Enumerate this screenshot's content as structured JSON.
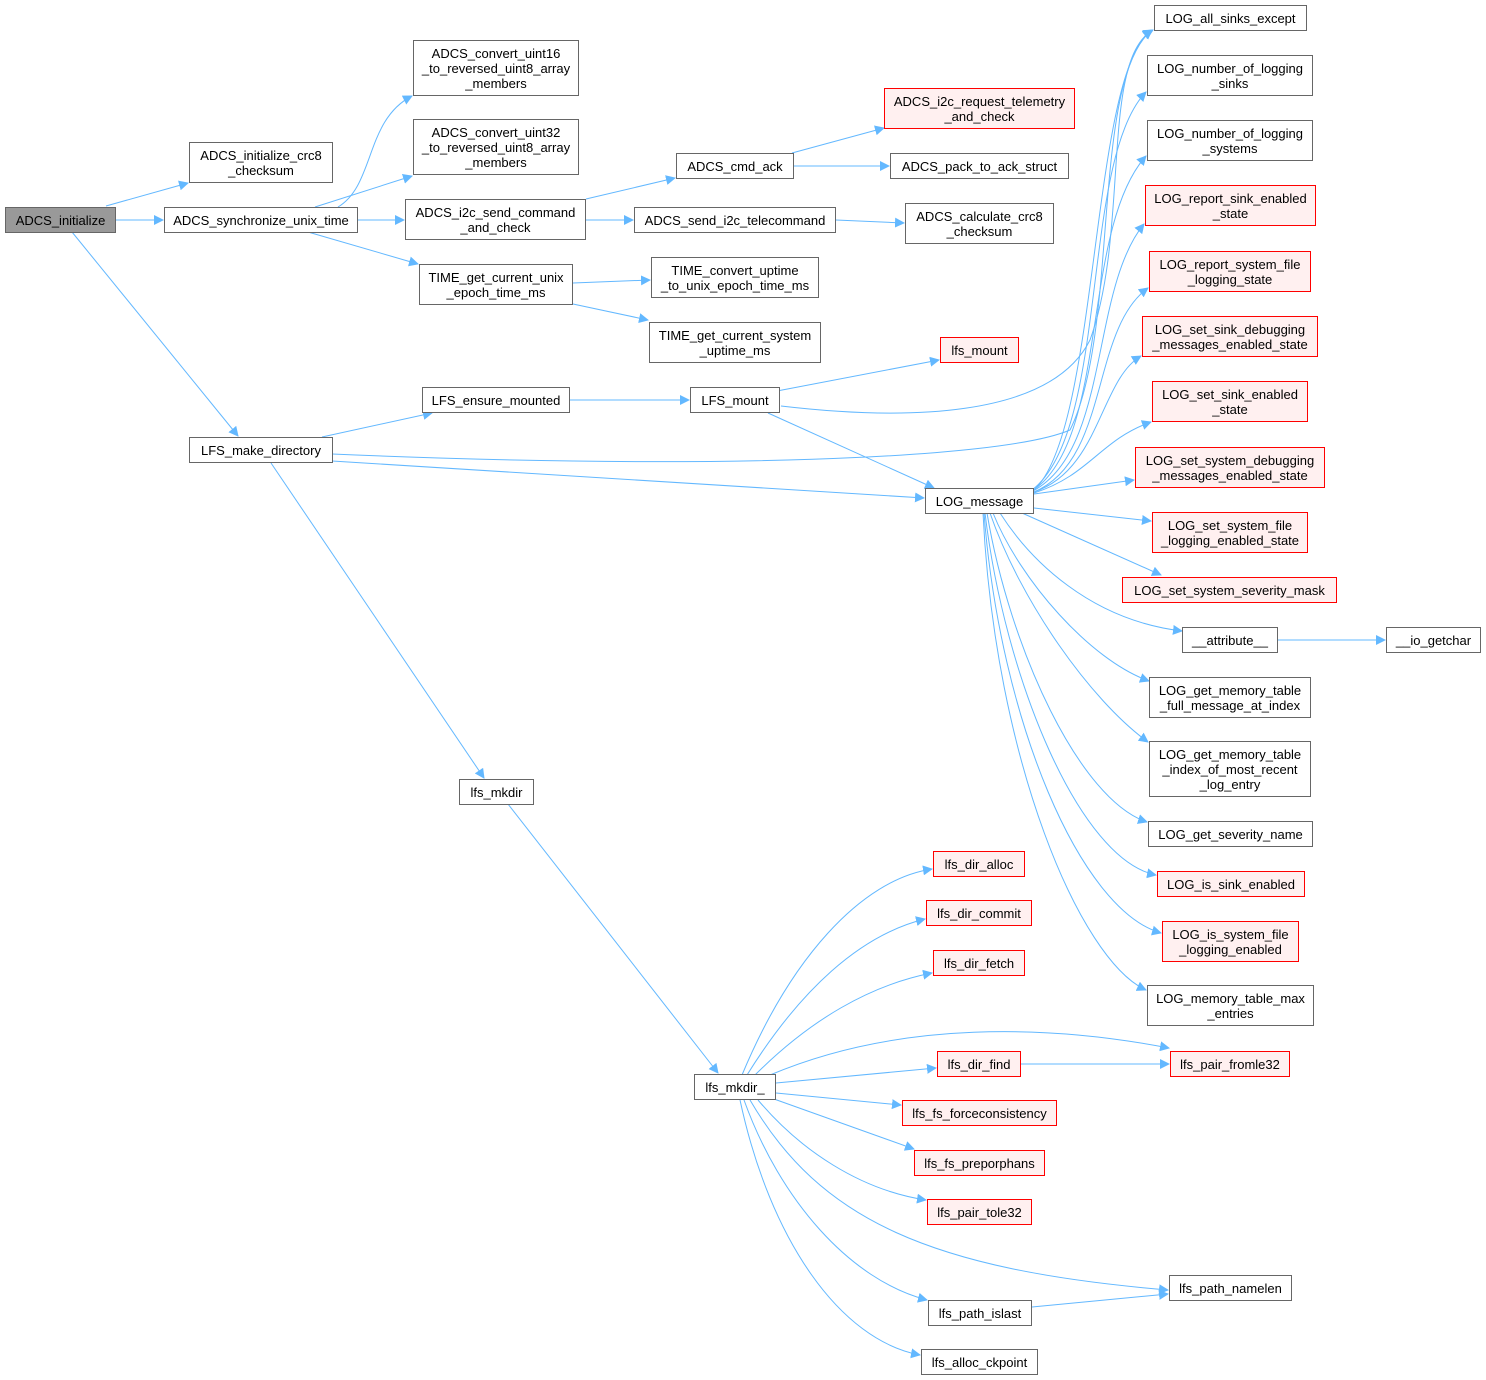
{
  "style": {
    "edge_color": "#63b8ff",
    "node_border": "#666666",
    "truncated_border": "#ff0000",
    "truncated_fill": "#fff0f0",
    "root_fill": "#999999"
  },
  "nodes": {
    "adcs_initialize": "ADCS_initialize",
    "adcs_initialize_crc8": "ADCS_initialize_crc8\n_checksum",
    "adcs_synchronize_unix_time": "ADCS_synchronize_unix_time",
    "lfs_make_directory": "LFS_make_directory",
    "adcs_convert_uint16": "ADCS_convert_uint16\n_to_reversed_uint8_array\n_members",
    "adcs_convert_uint32": "ADCS_convert_uint32\n_to_reversed_uint8_array\n_members",
    "adcs_i2c_send_command": "ADCS_i2c_send_command\n_and_check",
    "time_get_current_unix": "TIME_get_current_unix\n_epoch_time_ms",
    "adcs_cmd_ack": "ADCS_cmd_ack",
    "adcs_send_i2c_telecommand": "ADCS_send_i2c_telecommand",
    "time_convert_uptime": "TIME_convert_uptime\n_to_unix_epoch_time_ms",
    "time_get_current_system": "TIME_get_current_system\n_uptime_ms",
    "adcs_i2c_request_telemetry": "ADCS_i2c_request_telemetry\n_and_check",
    "adcs_pack_to_ack_struct": "ADCS_pack_to_ack_struct",
    "adcs_calculate_crc8": "ADCS_calculate_crc8\n_checksum",
    "lfs_ensure_mounted": "LFS_ensure_mounted",
    "lfs_mount_upper": "LFS_mount",
    "lfs_mount_lower": "lfs_mount",
    "log_message": "LOG_message",
    "log_all_sinks_except": "LOG_all_sinks_except",
    "log_number_of_logging_sinks": "LOG_number_of_logging\n_sinks",
    "log_number_of_logging_systems": "LOG_number_of_logging\n_systems",
    "log_report_sink_enabled": "LOG_report_sink_enabled\n_state",
    "log_report_system_file": "LOG_report_system_file\n_logging_state",
    "log_set_sink_debugging": "LOG_set_sink_debugging\n_messages_enabled_state",
    "log_set_sink_enabled": "LOG_set_sink_enabled\n_state",
    "log_set_system_debugging": "LOG_set_system_debugging\n_messages_enabled_state",
    "log_set_system_file": "LOG_set_system_file\n_logging_enabled_state",
    "log_set_system_severity": "LOG_set_system_severity_mask",
    "attribute": "__attribute__",
    "io_getchar": "__io_getchar",
    "log_get_memory_full": "LOG_get_memory_table\n_full_message_at_index",
    "log_get_memory_index": "LOG_get_memory_table\n_index_of_most_recent\n_log_entry",
    "log_get_severity_name": "LOG_get_severity_name",
    "log_is_sink_enabled": "LOG_is_sink_enabled",
    "log_is_system_file": "LOG_is_system_file\n_logging_enabled",
    "log_memory_table_max": "LOG_memory_table_max\n_entries",
    "lfs_mkdir": "lfs_mkdir",
    "lfs_mkdir_": "lfs_mkdir_",
    "lfs_dir_alloc": "lfs_dir_alloc",
    "lfs_dir_commit": "lfs_dir_commit",
    "lfs_dir_fetch": "lfs_dir_fetch",
    "lfs_dir_find": "lfs_dir_find",
    "lfs_fs_forceconsistency": "lfs_fs_forceconsistency",
    "lfs_fs_preporphans": "lfs_fs_preporphans",
    "lfs_pair_tole32": "lfs_pair_tole32",
    "lfs_path_islast": "lfs_path_islast",
    "lfs_alloc_ckpoint": "lfs_alloc_ckpoint",
    "lfs_pair_fromle32": "lfs_pair_fromle32",
    "lfs_path_namelen": "lfs_path_namelen"
  }
}
